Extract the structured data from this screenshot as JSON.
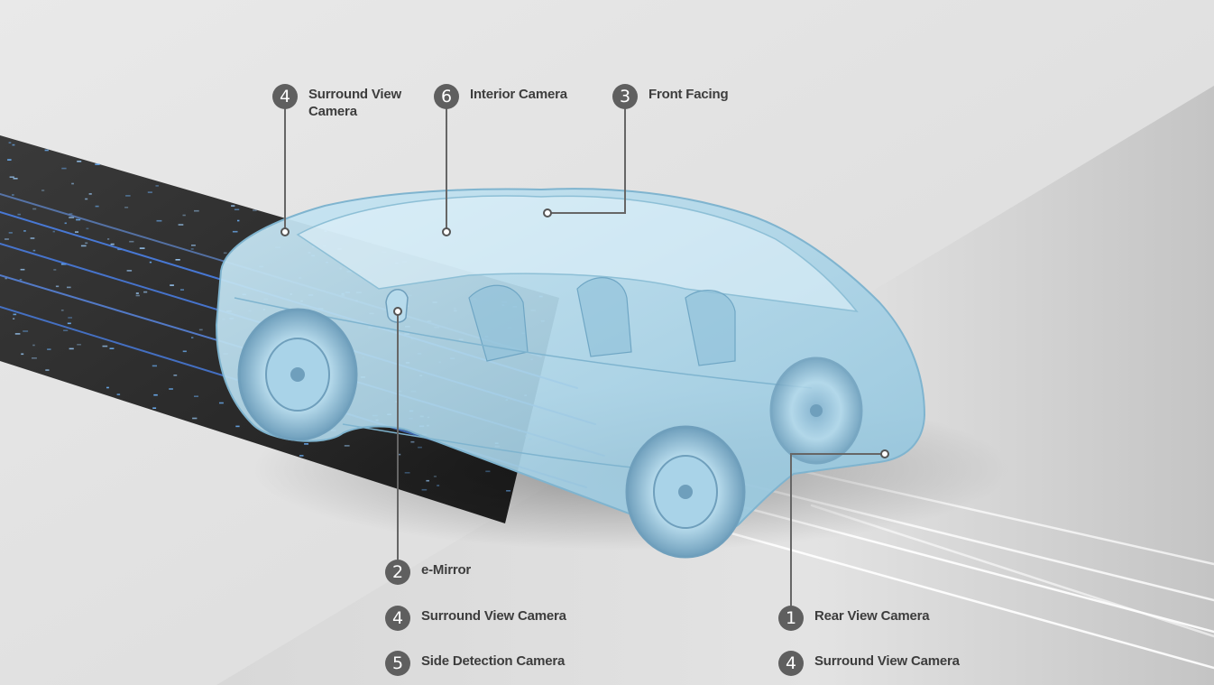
{
  "colors": {
    "badge": "#5f5f5f",
    "leader_line": "#666666",
    "car_body": "#a9d3e8",
    "car_outline": "#7fb4cf",
    "sensor_beam": "#4a7fe6",
    "road_dark": "#2b2b2b",
    "floor": "#d6d6d6"
  },
  "callouts": [
    {
      "id": "surround-front",
      "number": "4",
      "label": "Surround View Camera"
    },
    {
      "id": "interior",
      "number": "6",
      "label": "Interior Camera"
    },
    {
      "id": "front-facing",
      "number": "3",
      "label": "Front Facing"
    },
    {
      "id": "e-mirror",
      "number": "2",
      "label": "e-Mirror"
    },
    {
      "id": "surround-side",
      "number": "4",
      "label": "Surround View Camera"
    },
    {
      "id": "side-detection",
      "number": "5",
      "label": "Side Detection Camera"
    },
    {
      "id": "rear-view",
      "number": "1",
      "label": "Rear View Camera"
    },
    {
      "id": "surround-rear",
      "number": "4",
      "label": "Surround View Camera"
    }
  ]
}
